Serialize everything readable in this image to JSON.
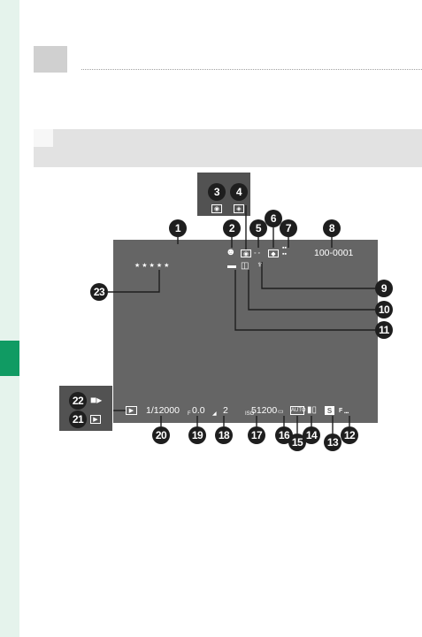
{
  "colors": {
    "accent_green": "#109b63",
    "band_green": "#e5f3ec",
    "screen_gray": "#656565",
    "callout_fill": "#1e1e1e"
  },
  "callouts": [
    "1",
    "2",
    "3",
    "4",
    "5",
    "6",
    "7",
    "8",
    "9",
    "10",
    "11",
    "12",
    "13",
    "14",
    "15",
    "16",
    "17",
    "18",
    "19",
    "20",
    "21",
    "22",
    "23"
  ],
  "screen": {
    "frame_number": "100-0001",
    "rating_stars": "★★★★★",
    "shutter": "1/12000",
    "exposure_comp": "0.0",
    "aperture": "2",
    "iso": "51200",
    "film_sim_letter": "S",
    "aspect_tag": "F",
    "wb_tag": "AUTO"
  },
  "icons": {
    "playback": "play-icon",
    "movie": "movie-camera-icon",
    "red_eye": "eye-icon",
    "face": "face-icon",
    "print": "printer-icon",
    "photobook": "book-icon",
    "gift": "gift-icon",
    "battery": "battery-icon",
    "card": "card-icon"
  }
}
